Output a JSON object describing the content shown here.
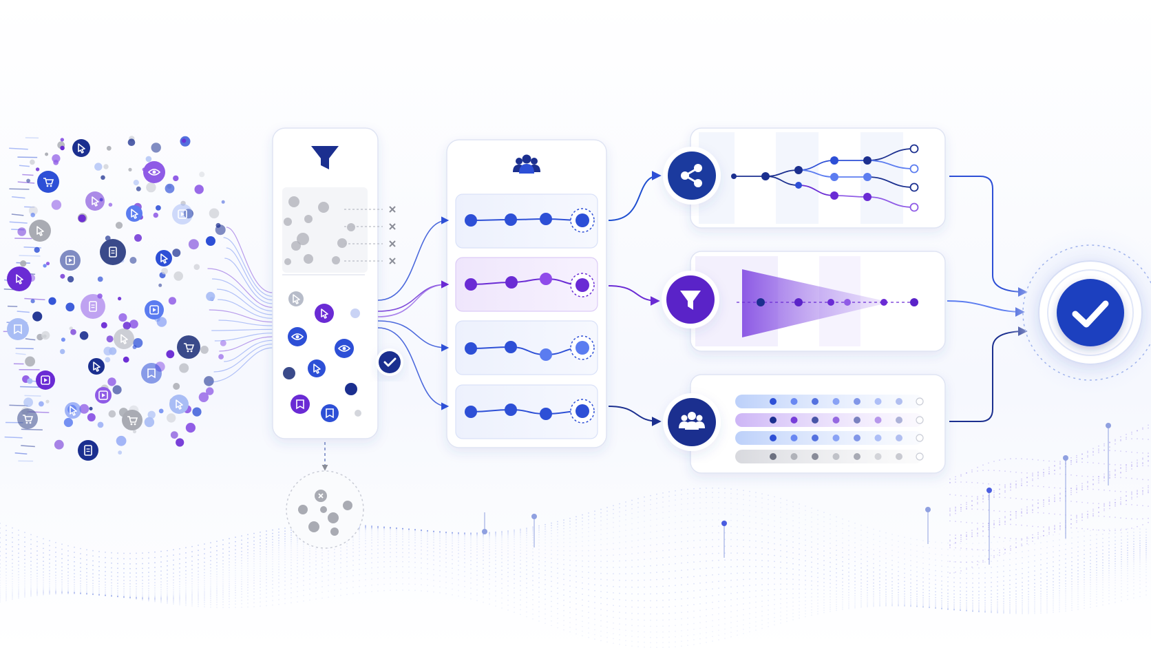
{
  "colors": {
    "navy": "#1b2f8f",
    "blue": "#2d4fd6",
    "mid_blue": "#5b7cf0",
    "light_blue": "#a9bdf5",
    "purple": "#6a2bd4",
    "violet": "#8f5be6",
    "gray": "#a9abb3",
    "light_gray": "#d4d6dc",
    "card_border": "#dfe4f3",
    "background_tint": "#f3f6fd"
  },
  "icons": {
    "scatter_icons": [
      "cursor-icon",
      "cart-icon",
      "eye-icon",
      "play-icon",
      "document-icon",
      "bookmark-icon"
    ],
    "filter_stage": "filter-icon",
    "group_stage": "users-icon",
    "branch_output": "share-icon",
    "funnel_output": "filter-icon",
    "segment_output": "users-icon",
    "result": "checkmark-icon"
  },
  "structure": {
    "sequence_rows": 4,
    "sequence_row_tints": [
      "blue",
      "purple",
      "blue",
      "blue"
    ],
    "output_cards": [
      "branch-paths",
      "funnel",
      "segments"
    ],
    "segment_rows": 4,
    "discarded_events": 4
  }
}
